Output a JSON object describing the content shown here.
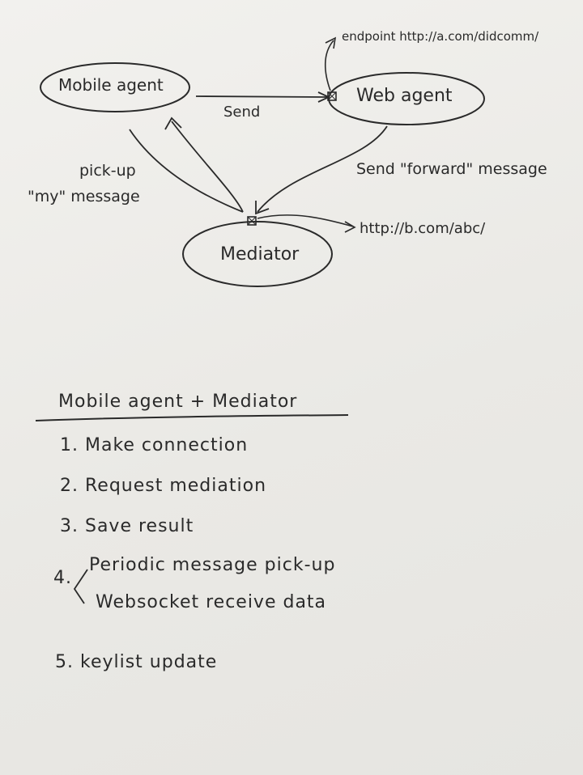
{
  "diagram": {
    "nodes": {
      "mobile_agent": "Mobile agent",
      "web_agent": "Web agent",
      "mediator": "Mediator"
    },
    "edges": {
      "send": "Send",
      "send_forward": "Send \"forward\" message",
      "pickup_line1": "pick-up",
      "pickup_line2": "\"my\" message"
    },
    "endpoints": {
      "web_agent": "endpoint http://a.com/didcomm/",
      "mediator": "http://b.com/abc/"
    }
  },
  "notes": {
    "heading": "Mobile agent + Mediator",
    "items": [
      "1. Make connection",
      "2. Request mediation",
      "3. Save result",
      "Periodic message pick-up",
      "Websocket receive data",
      "5. keylist update"
    ],
    "item4_number": "4."
  },
  "colors": {
    "ink": "#2a2a2a",
    "paper": "#efeeea"
  }
}
